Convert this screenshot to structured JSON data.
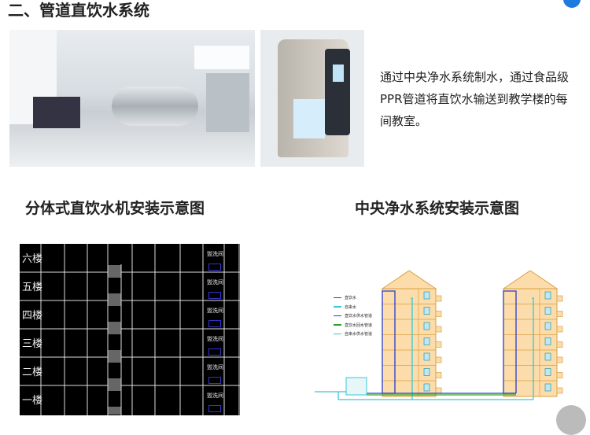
{
  "section_title": "二、管道直饮水系统",
  "description": "通过中央净水系统制水，通过食品级PPR管道将直饮水输送到教学楼的每间教室。",
  "left_diagram": {
    "title": "分体式直饮水机安装示意图",
    "floors": [
      "六楼",
      "五楼",
      "四楼",
      "三楼",
      "二楼",
      "一楼"
    ],
    "room_label": "盥洗间"
  },
  "right_diagram": {
    "title": "中央净水系统安装示意图",
    "legend": [
      "直饮水",
      "自来水",
      "直饮水供水管道",
      "直饮水回水管道",
      "自来水供水管道"
    ],
    "colors": {
      "supply": "#2a3bd0",
      "return": "#2aa02a",
      "tap": "#35c8d8",
      "building": "#fcdcaa",
      "outline": "#d9a040"
    }
  }
}
